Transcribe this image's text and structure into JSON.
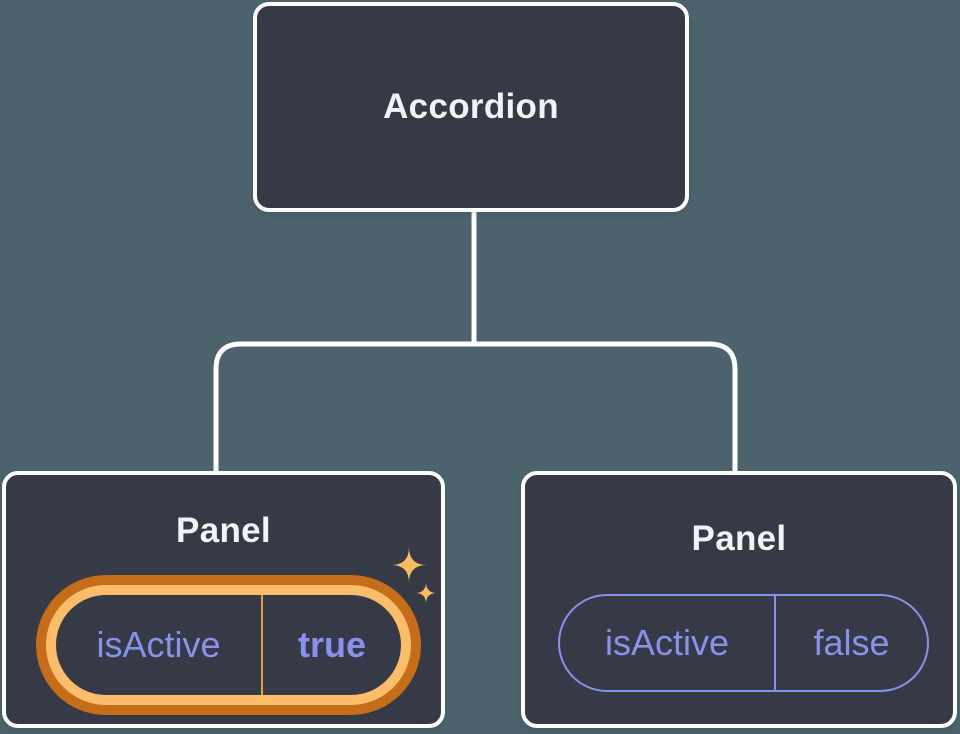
{
  "diagram": {
    "description": "Component tree diagram: Accordion parent with two Panel children holding isActive state",
    "root": {
      "label": "Accordion"
    },
    "children": [
      {
        "label": "Panel",
        "prop": {
          "name": "isActive",
          "value": "true"
        },
        "highlighted": true
      },
      {
        "label": "Panel",
        "prop": {
          "name": "isActive",
          "value": "false"
        },
        "highlighted": false
      }
    ]
  },
  "colors": {
    "background": "#4c636e",
    "node_fill": "#353a46",
    "node_border": "#ffffff",
    "connector": "#ffffff",
    "title_text": "#f2f3f5",
    "prop_purple": "#8891ec",
    "highlight_ring_outer": "#c56d18",
    "highlight_ring_inner": "#fbbd6a",
    "highlight_divider": "#e5a13c",
    "sparkle": "#f9bd5f"
  },
  "icons": {
    "sparkle_large": "four-point-star",
    "sparkle_small": "four-point-star"
  }
}
